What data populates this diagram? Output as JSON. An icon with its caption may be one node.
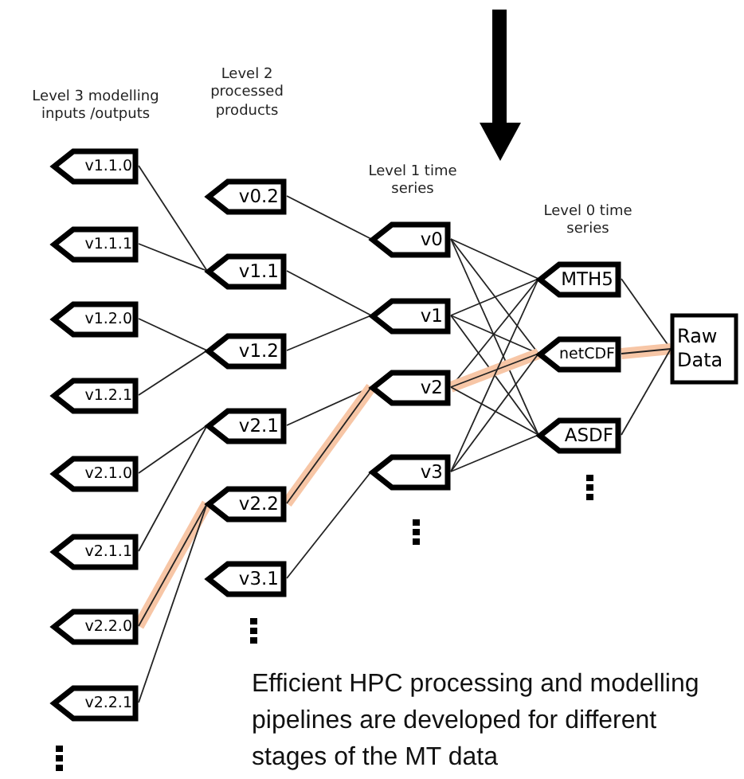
{
  "diagram": {
    "nodes": [
      {
        "text": [
          "v1.1.0"
        ]
      },
      {
        "text": [
          "v1.1.1"
        ]
      },
      {
        "text": [
          "v1.2.0"
        ]
      },
      {
        "text": [
          "v1.2.1"
        ]
      },
      {
        "text": [
          "v2.1.0"
        ]
      },
      {
        "text": [
          "v2.1.1"
        ]
      },
      {
        "text": [
          "v2.2.0"
        ]
      },
      {
        "text": [
          "v2.2.1"
        ]
      },
      {
        "text": [
          "v0.2"
        ]
      },
      {
        "text": [
          "v1.1"
        ]
      },
      {
        "text": [
          "v1.2"
        ]
      },
      {
        "text": [
          "v2.1"
        ]
      },
      {
        "text": [
          "v2.2"
        ]
      },
      {
        "text": [
          "v3.1"
        ]
      },
      {
        "text": [
          "v0"
        ]
      },
      {
        "text": [
          "v1"
        ]
      },
      {
        "text": [
          "v2"
        ]
      },
      {
        "text": [
          "v3"
        ]
      },
      {
        "text": [
          "MTH5"
        ]
      },
      {
        "text": [
          "netCDF"
        ]
      },
      {
        "text": [
          "ASDF"
        ]
      },
      {
        "text": [
          "Raw Data"
        ]
      }
    ],
    "edges": [
      {
        "from": 0,
        "to": 9,
        "arrow": "none"
      },
      {
        "from": 1,
        "to": 9,
        "arrow": "none"
      },
      {
        "from": 2,
        "to": 10,
        "arrow": "none"
      },
      {
        "from": 3,
        "to": 10,
        "arrow": "none"
      },
      {
        "from": 4,
        "to": 11,
        "arrow": "none"
      },
      {
        "from": 5,
        "to": 11,
        "arrow": "none"
      },
      {
        "from": 6,
        "to": 12,
        "arrow": "none",
        "style": "thick",
        "color": "#f7c6a6"
      },
      {
        "from": 7,
        "to": 12,
        "arrow": "none"
      },
      {
        "from": 8,
        "to": 14,
        "arrow": "none"
      },
      {
        "from": 9,
        "to": 15,
        "arrow": "none"
      },
      {
        "from": 10,
        "to": 15,
        "arrow": "none"
      },
      {
        "from": 11,
        "to": 16,
        "arrow": "none"
      },
      {
        "from": 12,
        "to": 16,
        "arrow": "none",
        "style": "thick",
        "color": "#f7c6a6"
      },
      {
        "from": 13,
        "to": 17,
        "arrow": "none"
      },
      {
        "from": 14,
        "to": 18,
        "arrow": "none"
      },
      {
        "from": 14,
        "to": 19,
        "arrow": "none"
      },
      {
        "from": 14,
        "to": 20,
        "arrow": "none"
      },
      {
        "from": 15,
        "to": 18,
        "arrow": "none"
      },
      {
        "from": 15,
        "to": 19,
        "arrow": "none"
      },
      {
        "from": 15,
        "to": 20,
        "arrow": "none"
      },
      {
        "from": 16,
        "to": 18,
        "arrow": "none"
      },
      {
        "from": 16,
        "to": 19,
        "arrow": "none",
        "style": "thick",
        "color": "#f7c6a6"
      },
      {
        "from": 16,
        "to": 20,
        "arrow": "none"
      },
      {
        "from": 17,
        "to": 18,
        "arrow": "none"
      },
      {
        "from": 17,
        "to": 19,
        "arrow": "none"
      },
      {
        "from": 17,
        "to": 20,
        "arrow": "none"
      },
      {
        "from": 18,
        "to": 21,
        "arrow": "none"
      },
      {
        "from": 19,
        "to": 21,
        "arrow": "none",
        "style": "thick",
        "color": "#f7c6a6"
      },
      {
        "from": 20,
        "to": 21,
        "arrow": "none"
      }
    ],
    "labels": [
      "Level 3 modelling inputs /outputs",
      "Level 2 processed products",
      "Level 1 time series",
      "Level 0 time series",
      "Efficient HPC processing and modelling pipelines are developed for different stages of the MT data"
    ]
  }
}
